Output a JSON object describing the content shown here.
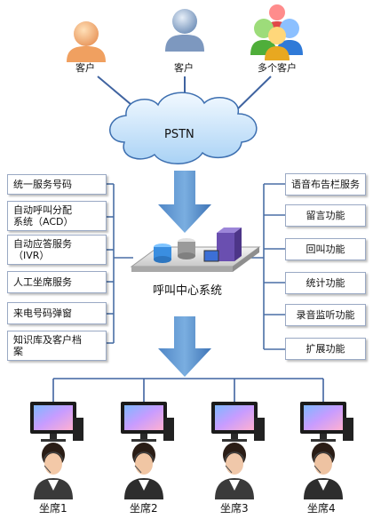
{
  "customers": [
    {
      "label": "客户",
      "icon": "person-orange-icon"
    },
    {
      "label": "客户",
      "icon": "person-blue-icon"
    },
    {
      "label": "多个客户",
      "icon": "group-people-icon"
    }
  ],
  "network": {
    "label": "PSTN",
    "icon": "cloud-icon"
  },
  "center": {
    "label": "呼叫中心系统",
    "icon": "server-platform-icon"
  },
  "left_functions": [
    "统一服务号码",
    "自动呼叫分配\n系统（ACD）",
    "自动应答服务\n（IVR）",
    "人工坐席服务",
    "来电号码弹窗",
    "知识库及客户档\n案"
  ],
  "right_functions": [
    "语音布告栏服务",
    "留言功能",
    "回叫功能",
    "统计功能",
    "录音监听功能",
    "扩展功能"
  ],
  "agents": [
    {
      "label": "坐席1"
    },
    {
      "label": "坐席2"
    },
    {
      "label": "坐席3"
    },
    {
      "label": "坐席4"
    }
  ],
  "colors": {
    "box_border": "#9aa9c4",
    "arrow": "#5b8dc9",
    "line": "#4a6fa5",
    "cloud": "#cfe6fb"
  }
}
